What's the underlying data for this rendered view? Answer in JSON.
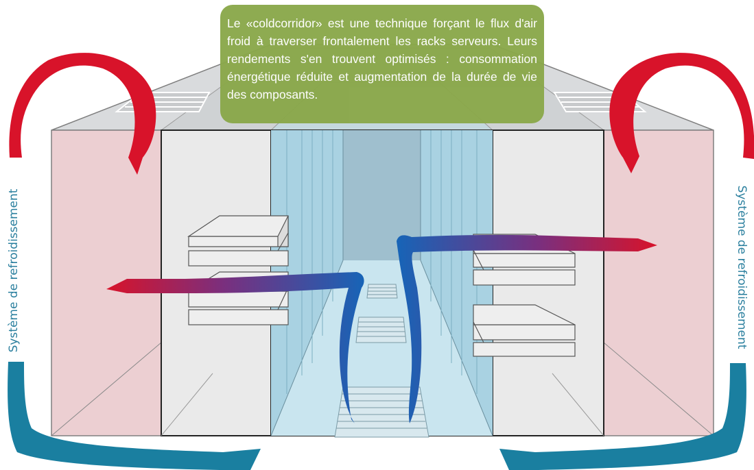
{
  "callout": {
    "text": "Le «coldcorridor» est une technique forçant le flux d'air froid à traverser frontalement les racks serveurs. Leurs rendements s'en trouvent optimisés : consommation énergétique réduite et augmentation de la durée de vie des composants."
  },
  "labels": {
    "left": "Système de refroidissement",
    "right": "Système de refroidissement"
  },
  "colors": {
    "hot_air": "#d8132a",
    "cold_air": "#1565b8",
    "return_air": "#1a7fa0",
    "callout_bg": "#8aa84a",
    "label_text": "#2a7f9e",
    "side_wall": "#eccfd2",
    "cold_aisle": "#bfe0ec"
  },
  "icons": [
    "hot-air-arrow",
    "cold-air-arrow",
    "server-unit",
    "floor-vent-grille"
  ]
}
